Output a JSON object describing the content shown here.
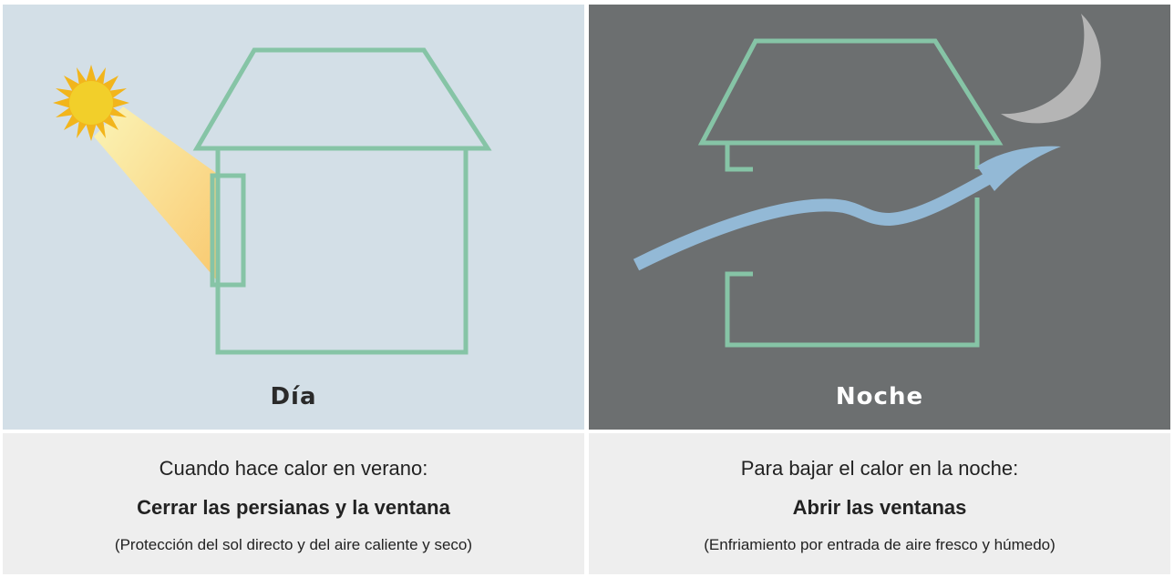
{
  "day": {
    "label": "Día",
    "caption_intro": "Cuando hace calor en verano:",
    "caption_action": "Cerrar las persianas y la ventana",
    "caption_note": "(Protección del sol directo y del aire caliente y seco)"
  },
  "night": {
    "label": "Noche",
    "caption_intro": "Para bajar el calor en la noche:",
    "caption_action": "Abrir las ventanas",
    "caption_note": "(Enfriamiento por entrada de aire fresco y húmedo)"
  },
  "icons": [
    "sun-icon",
    "moon-icon",
    "airflow-arrow-icon",
    "house-icon"
  ],
  "colors": {
    "day_background": "#d3dfe7",
    "night_background": "#6c6f70",
    "caption_background": "#eeeeee",
    "house_outline": "#86c4a6",
    "sun": "#f0c419",
    "sun_ray": "#f7d64a",
    "moon": "#b5b5b5",
    "airflow": "#93b9d6"
  }
}
